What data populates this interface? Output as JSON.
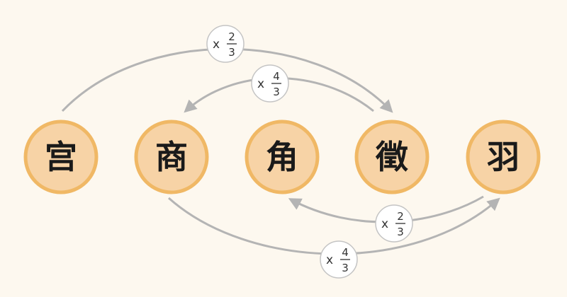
{
  "notes": [
    {
      "char": "宫"
    },
    {
      "char": "商"
    },
    {
      "char": "角"
    },
    {
      "char": "徵"
    },
    {
      "char": "羽"
    }
  ],
  "ratios": [
    {
      "prefix": "x",
      "numerator": "2",
      "denominator": "3",
      "from": "宫",
      "to": "徵"
    },
    {
      "prefix": "x",
      "numerator": "4",
      "denominator": "3",
      "from": "徵",
      "to": "商"
    },
    {
      "prefix": "x",
      "numerator": "2",
      "denominator": "3",
      "from": "羽",
      "to": "角"
    },
    {
      "prefix": "x",
      "numerator": "4",
      "denominator": "3",
      "from": "商",
      "to": "羽"
    }
  ],
  "colors": {
    "background": "#fdf8ef",
    "node_fill": "#f7d3a6",
    "node_stroke": "#f0b865",
    "arrow": "#b4b4b4",
    "badge_fill": "#ffffff",
    "badge_stroke": "#c4c4c4"
  }
}
